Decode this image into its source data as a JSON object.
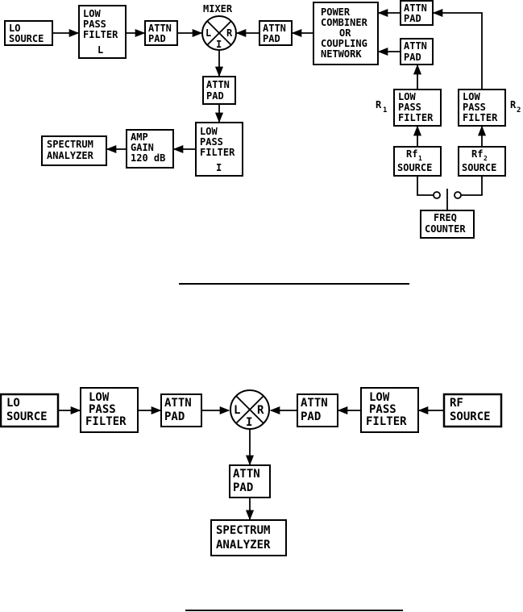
{
  "figure_top": {
    "lo_source": [
      "LO",
      "SOURCE"
    ],
    "lpf_l": [
      "LOW",
      "PASS",
      "FILTER"
    ],
    "lpf_l_tag": "L",
    "attn_left": [
      "ATTN",
      "PAD"
    ],
    "mixer_label": "MIXER",
    "mixer_ports": {
      "l": "L",
      "r": "R",
      "i": "I"
    },
    "attn_right": [
      "ATTN",
      "PAD"
    ],
    "combiner": [
      "POWER",
      "COMBINER",
      "OR",
      "COUPLING",
      "NETWORK"
    ],
    "attn_r1_upper": [
      "ATTN",
      "PAD"
    ],
    "attn_r1_lower": [
      "ATTN",
      "PAD"
    ],
    "lpf_r1": [
      "LOW",
      "PASS",
      "FILTER"
    ],
    "lpf_r2": [
      "LOW",
      "PASS",
      "FILTER"
    ],
    "r1_label": "R",
    "r1_sub": "1",
    "r2_label": "R",
    "r2_sub": "2",
    "rf1_source": {
      "main": "Rf",
      "sub": "1",
      "line2": "SOURCE"
    },
    "rf2_source": {
      "main": "Rf",
      "sub": "2",
      "line2": "SOURCE"
    },
    "freq_counter": [
      "FREQ",
      "COUNTER"
    ],
    "attn_i": [
      "ATTN",
      "PAD"
    ],
    "lpf_i": [
      "LOW",
      "PASS",
      "FILTER"
    ],
    "lpf_i_tag": "I",
    "amp": [
      "AMP",
      "GAIN",
      "120 dB"
    ],
    "spectrum_analyzer": [
      "SPECTRUM",
      "ANALYZER"
    ]
  },
  "figure_bottom": {
    "lo_source": [
      "LO",
      "SOURCE"
    ],
    "lpf_left": [
      "LOW",
      "PASS",
      "FILTER"
    ],
    "attn_left": [
      "ATTN",
      "PAD"
    ],
    "mixer_ports": {
      "l": "L",
      "r": "R",
      "i": "I"
    },
    "attn_right": [
      "ATTN",
      "PAD"
    ],
    "lpf_right": [
      "LOW",
      "PASS",
      "FILTER"
    ],
    "rf_source": [
      "RF",
      "SOURCE"
    ],
    "attn_i": [
      "ATTN",
      "PAD"
    ],
    "spectrum_analyzer": [
      "SPECTRUM",
      "ANALYZER"
    ]
  }
}
